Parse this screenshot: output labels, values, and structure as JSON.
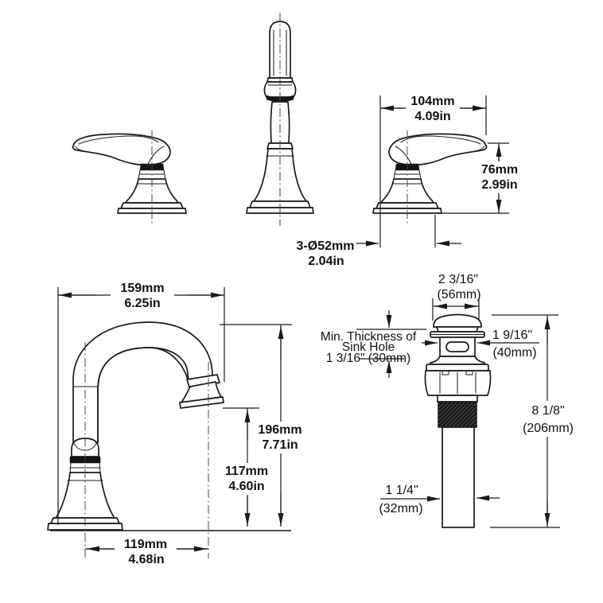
{
  "colors": {
    "line": "#1a1a1a",
    "centerline": "#4a4a4a",
    "background": "#ffffff",
    "accent_band": "#141414"
  },
  "labels": {
    "handle_width": {
      "mm": "104mm",
      "inch": "4.09in"
    },
    "handle_height": {
      "mm": "76mm",
      "inch": "2.99in"
    },
    "mounting_holes": {
      "mm": "3-Ø52mm",
      "inch": "2.04in"
    },
    "spout_reach": {
      "mm": "159mm",
      "inch": "6.25in"
    },
    "faucet_height": {
      "mm": "196mm",
      "inch": "7.71in"
    },
    "outlet_height": {
      "mm": "117mm",
      "inch": "4.60in"
    },
    "spout_center_reach": {
      "mm": "119mm",
      "inch": "4.68in"
    },
    "drain_cap": {
      "inch": "2 3/16\"",
      "mm": "(56mm)"
    },
    "drain_body": {
      "inch": "1 9/16\"",
      "mm": "(40mm)"
    },
    "sink_hole_note": {
      "line1": "Min. Thickness of",
      "line2": "Sink Hole",
      "line3": "1 3/16\" (30mm)"
    },
    "drain_length": {
      "inch": "8 1/8\"",
      "mm": "(206mm)"
    },
    "tailpiece": {
      "inch": "1 1/4\"",
      "mm": "(32mm)"
    }
  }
}
